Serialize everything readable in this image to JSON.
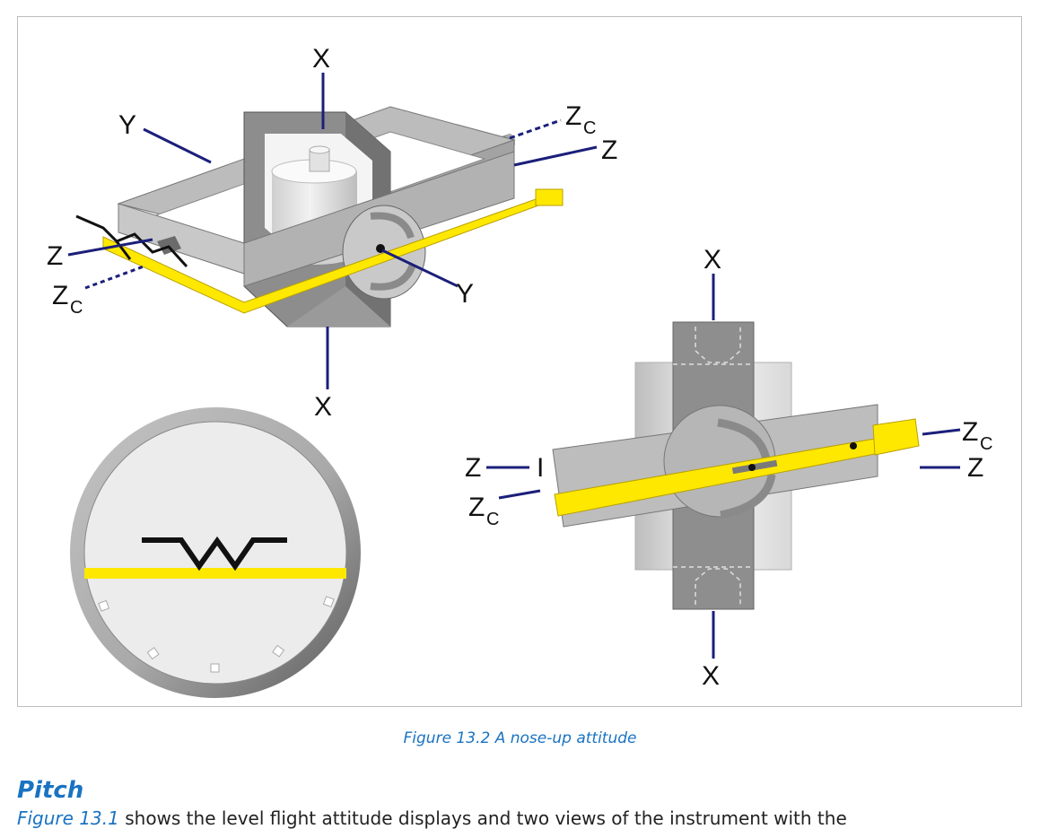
{
  "figure": {
    "caption": "Figure 13.2 A nose-up attitude",
    "labels": {
      "x_axis": "X",
      "y_axis": "Y",
      "z_axis": "Z",
      "zc_main": "Z",
      "zc_sub": "C",
      "i_mark": "I"
    }
  },
  "section": {
    "heading": "Pitch",
    "body_ref": "Figure 13.1",
    "body_text": " shows the level flight attitude displays and two views of the instrument with the"
  },
  "colors": {
    "indicator_bar": "#ffe800",
    "leader_line": "#1b1f7a",
    "caption": "#1a73c2"
  }
}
